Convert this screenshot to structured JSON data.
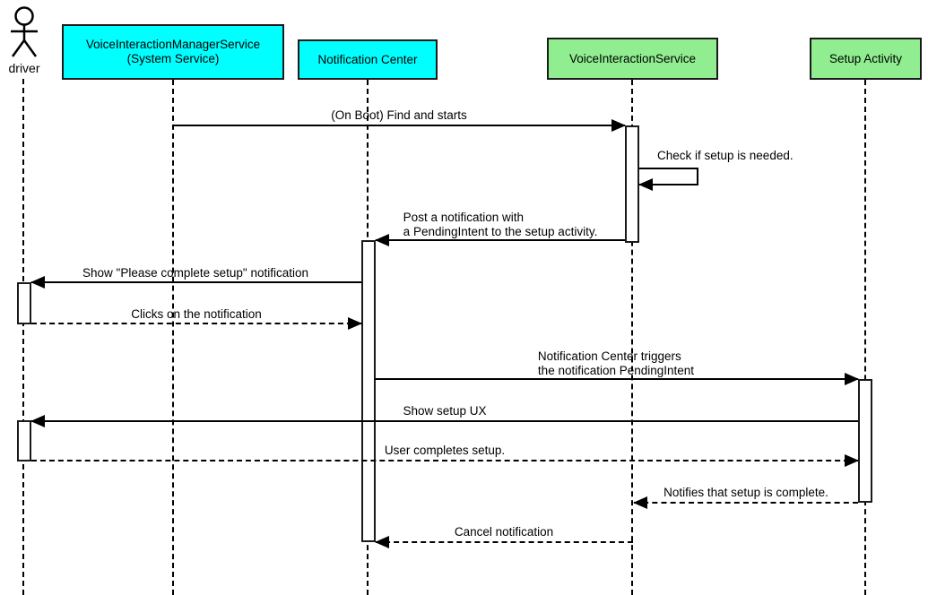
{
  "diagram": {
    "type": "uml-sequence-diagram",
    "colors": {
      "participant_cyan": "#00FFFF",
      "participant_green": "#90EE90",
      "line": "#000000",
      "activation_fill": "#FFFFFF",
      "background": "#FFFFFF"
    },
    "actors": {
      "driver": {
        "label": "driver",
        "kind": "actor"
      },
      "vims": {
        "line1": "VoiceInteractionManagerService",
        "line2": "(System Service)",
        "kind": "participant",
        "fill": "#00FFFF"
      },
      "nc": {
        "label": "Notification Center",
        "kind": "participant",
        "fill": "#00FFFF"
      },
      "vis": {
        "label": "VoiceInteractionService",
        "kind": "participant",
        "fill": "#90EE90"
      },
      "sa": {
        "label": "Setup Activity",
        "kind": "participant",
        "fill": "#90EE90"
      }
    },
    "messages": [
      {
        "id": "on-boot-find-and-starts",
        "from": "vims",
        "to": "vis",
        "style": "solid",
        "lines": [
          "(On Boot) Find and starts"
        ]
      },
      {
        "id": "check-if-setup-is-needed",
        "from": "vis",
        "to": "vis",
        "style": "solid-self",
        "lines": [
          "Check if setup is needed."
        ]
      },
      {
        "id": "post-notification-pendingintent",
        "from": "vis",
        "to": "nc",
        "style": "solid",
        "lines": [
          "Post a notification with",
          "a PendingIntent to the setup activity."
        ]
      },
      {
        "id": "show-please-complete-setup",
        "from": "nc",
        "to": "driver",
        "style": "solid",
        "lines": [
          "Show \"Please complete setup\" notification"
        ]
      },
      {
        "id": "clicks-on-notification",
        "from": "driver",
        "to": "nc",
        "style": "dashed",
        "lines": [
          "Clicks on the notification"
        ]
      },
      {
        "id": "nc-triggers-pendingintent",
        "from": "nc",
        "to": "sa",
        "style": "solid",
        "lines": [
          "Notification Center triggers",
          "the notification PendingIntent"
        ]
      },
      {
        "id": "show-setup-ux",
        "from": "sa",
        "to": "driver",
        "style": "solid",
        "lines": [
          "Show setup UX"
        ]
      },
      {
        "id": "user-completes-setup",
        "from": "driver",
        "to": "sa",
        "style": "dashed",
        "lines": [
          "User completes setup."
        ]
      },
      {
        "id": "notifies-setup-complete",
        "from": "sa",
        "to": "vis",
        "style": "dashed",
        "lines": [
          "Notifies that setup is complete."
        ]
      },
      {
        "id": "cancel-notification",
        "from": "vis",
        "to": "nc",
        "style": "dashed",
        "lines": [
          "Cancel notification"
        ]
      }
    ]
  }
}
